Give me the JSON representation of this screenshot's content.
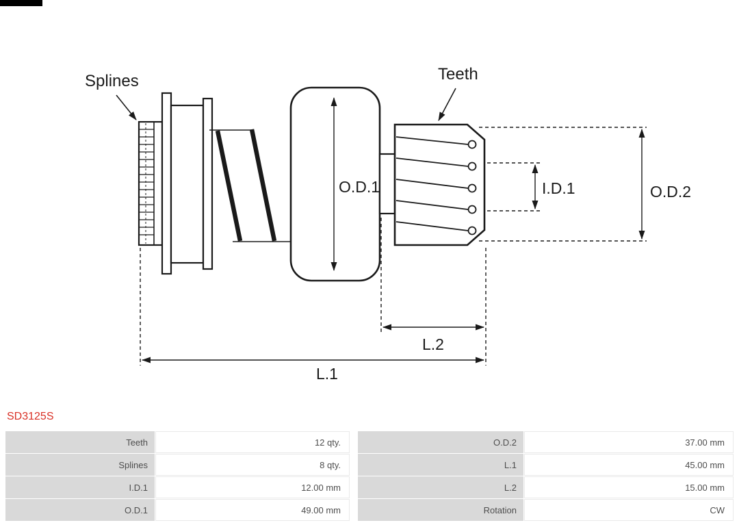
{
  "colors": {
    "accent": "#d93025",
    "drawing_line": "#1a1a1a",
    "table_label_bg": "#d9d9d9"
  },
  "part_number": "SD3125S",
  "diagram": {
    "labels": {
      "splines": "Splines",
      "teeth": "Teeth",
      "od1": "O.D.1",
      "id1": "I.D.1",
      "od2": "O.D.2",
      "l2": "L.2",
      "l1": "L.1"
    }
  },
  "spec_table": {
    "left": [
      {
        "label": "Teeth",
        "value": "12 qty."
      },
      {
        "label": "Splines",
        "value": "8 qty."
      },
      {
        "label": "I.D.1",
        "value": "12.00 mm"
      },
      {
        "label": "O.D.1",
        "value": "49.00 mm"
      }
    ],
    "right": [
      {
        "label": "O.D.2",
        "value": "37.00 mm"
      },
      {
        "label": "L.1",
        "value": "45.00 mm"
      },
      {
        "label": "L.2",
        "value": "15.00 mm"
      },
      {
        "label": "Rotation",
        "value": "CW"
      }
    ]
  }
}
